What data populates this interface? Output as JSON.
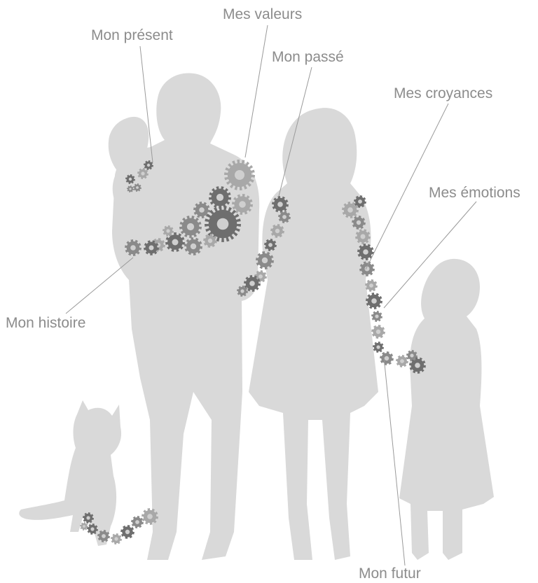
{
  "labels": {
    "mes_valeurs": "Mes valeurs",
    "mon_present": "Mon présent",
    "mon_passe": "Mon passé",
    "mes_croyances": "Mes croyances",
    "mes_emotions": "Mes émotions",
    "mon_histoire": "Mon histoire",
    "mon_futur": "Mon futur"
  },
  "colors": {
    "silhouette": "#d9d9d9",
    "gear_dark": "#6e6e6e",
    "gear_mid": "#8a8a8a",
    "gear_light": "#a8a8a8",
    "label_text": "#8c8c8c"
  }
}
